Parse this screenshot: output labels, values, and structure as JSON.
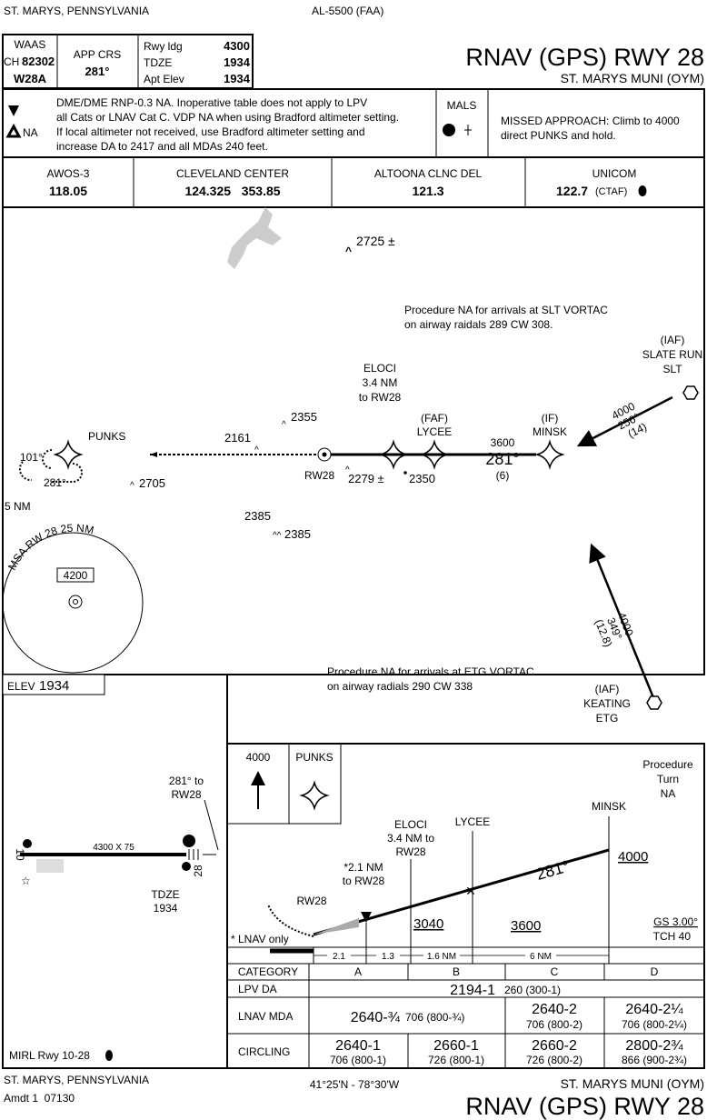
{
  "header": {
    "location": "ST. MARYS, PENNSYLVANIA",
    "chart_id": "AL-5500 (FAA)",
    "title": "RNAV (GPS) RWY 28",
    "airport": "ST. MARYS MUNI (OYM)",
    "waas_label": "WAAS",
    "waas_ch_prefix": "CH",
    "waas_ch": "82302",
    "waas_id": "W28A",
    "app_crs_label": "APP CRS",
    "app_crs": "281°",
    "rwy_ldg_label": "Rwy ldg",
    "rwy_ldg": "4300",
    "tdze_label": "TDZE",
    "tdze": "1934",
    "apt_elev_label": "Apt Elev",
    "apt_elev": "1934"
  },
  "briefing": {
    "notes": [
      "DME/DME RNP-0.3 NA.  Inoperative table does not apply to LPV",
      "all Cats or LNAV Cat C.  VDP NA when using Bradford altimeter setting.",
      "If local altimeter not received, use Bradford altimeter setting and",
      "increase DA to 2417 and all MDAs 240 feet."
    ],
    "alt_na": "NA",
    "lighting": "MALS",
    "missed": [
      "MISSED APPROACH:  Climb to 4000",
      "direct PUNKS and hold."
    ]
  },
  "comms": [
    {
      "name": "AWOS-3",
      "freq": "118.05",
      "extra": ""
    },
    {
      "name": "CLEVELAND CENTER",
      "freq": "124.325   353.85",
      "extra": ""
    },
    {
      "name": "ALTOONA CLNC DEL",
      "freq": "121.3",
      "extra": ""
    },
    {
      "name": "UNICOM",
      "freq": "122.7",
      "extra": "(CTAF)"
    }
  ],
  "plan": {
    "spot_2725": "2725 ±",
    "note_slt": [
      "Procedure NA for arrivals at SLT VORTAC",
      "on airway raidals 289 CW 308."
    ],
    "slt": [
      "(IAF)",
      "SLATE RUN",
      "SLT"
    ],
    "slt_leg": [
      "4000",
      "256°",
      "(14)"
    ],
    "eloci": [
      "ELOCI",
      "3.4 NM",
      "to RW28"
    ],
    "lycee": [
      "(FAF)",
      "LYCEE"
    ],
    "minsk": [
      "(IF)",
      "MINSK"
    ],
    "leg_alt": "3600",
    "leg_crs": "281°",
    "leg_dist": "(6)",
    "rw28": "RW28",
    "punks": "PUNKS",
    "hold_in": "101°",
    "hold_out": "281°",
    "hold_len": "5 NM",
    "spots": [
      "2355",
      "2161",
      "2705",
      "2279 ±",
      "2350",
      "2385",
      "2385"
    ],
    "msa": "MSA RW 28 25 NM",
    "msa_alt": "4200",
    "note_etg": [
      "Procedure NA for arrivals at ETG VORTAC",
      "on airway radials 290 CW 338"
    ],
    "etg": [
      "(IAF)",
      "KEATING",
      "ETG"
    ],
    "etg_leg": [
      "4000",
      "349°",
      "(12.8)"
    ]
  },
  "airport": {
    "elev_label": "ELEV",
    "elev": "1934",
    "rwy_dims": "4300 X 75",
    "rwy_10": "10",
    "rwy_28": "28",
    "crs_note": [
      "281° to",
      "RW28"
    ],
    "tdze": [
      "TDZE",
      "1934"
    ],
    "lighting": "MIRL Rwy 10-28"
  },
  "profile": {
    "hold_alt": "4000",
    "hold_fix": "PUNKS",
    "pt_na": [
      "Procedure",
      "Turn",
      "NA"
    ],
    "minsk": "MINSK",
    "lycee": "LYCEE",
    "eloci": [
      "ELOCI",
      "3.4 NM to",
      "RW28"
    ],
    "vdp": [
      "*2.1 NM",
      "to RW28"
    ],
    "rw28": "RW28",
    "crs": "281°",
    "alt_4000": "4000",
    "alt_3600": "3600",
    "alt_3040": "3040",
    "gs": "GS 3.00°",
    "tch": "TCH 40",
    "lnav_only": "* LNAV only",
    "dists": [
      "2.1",
      "1.3",
      "1.6 NM",
      "6 NM"
    ]
  },
  "minima": {
    "headers": [
      "CATEGORY",
      "A",
      "B",
      "C",
      "D"
    ],
    "lpv": {
      "label": "LPV DA",
      "main": "2194-1",
      "sub": "260 (300-1)"
    },
    "lnav": {
      "label": "LNAV MDA",
      "ab_main": "2640-¾",
      "ab_sub": "706 (800-¾)",
      "c_main": "2640-2",
      "c_sub": "706 (800-2)",
      "d_main": "2640-2¼",
      "d_sub": "706 (800-2¼)"
    },
    "circ": {
      "label": "CIRCLING",
      "cells": [
        {
          "main": "2640-1",
          "sub": "706 (800-1)"
        },
        {
          "main": "2660-1",
          "sub": "726 (800-1)"
        },
        {
          "main": "2660-2",
          "sub": "726 (800-2)"
        },
        {
          "main": "2800-2¾",
          "sub": "866 (900-2¾)"
        }
      ]
    }
  },
  "footer": {
    "location": "ST. MARYS, PENNSYLVANIA",
    "amdt": "Amdt 1  07130",
    "coords": "41°25'N - 78°30'W",
    "airport": "ST. MARYS MUNI (OYM)",
    "title": "RNAV (GPS) RWY 28"
  }
}
